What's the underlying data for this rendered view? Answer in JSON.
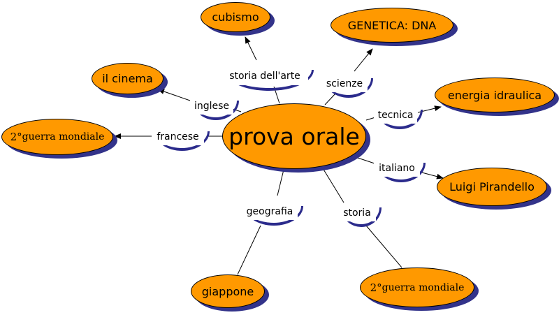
{
  "center": {
    "label": "prova orale"
  },
  "branches": [
    {
      "id": "storia-arte",
      "label": "storia dell'arte",
      "target": "cubismo"
    },
    {
      "id": "scienze",
      "label": "scienze",
      "target": "GENETICA: DNA"
    },
    {
      "id": "inglese",
      "label": "inglese",
      "target": "il cinema"
    },
    {
      "id": "tecnica",
      "label": "tecnica",
      "target": "energia idraulica"
    },
    {
      "id": "francese",
      "label": "francese",
      "target_sup": "2°",
      "target": "guerra mondiale"
    },
    {
      "id": "italiano",
      "label": "italiano",
      "target": "Luigi Pirandello"
    },
    {
      "id": "geografia",
      "label": "geografia",
      "target": "giappone"
    },
    {
      "id": "storia",
      "label": "storia",
      "target_sup": "2°",
      "target": " guerra mondiale"
    }
  ],
  "colors": {
    "node_fill": "#ff9900",
    "node_shadow": "#33338a",
    "label_swoosh": "#2b2b8c",
    "line": "#000000"
  }
}
